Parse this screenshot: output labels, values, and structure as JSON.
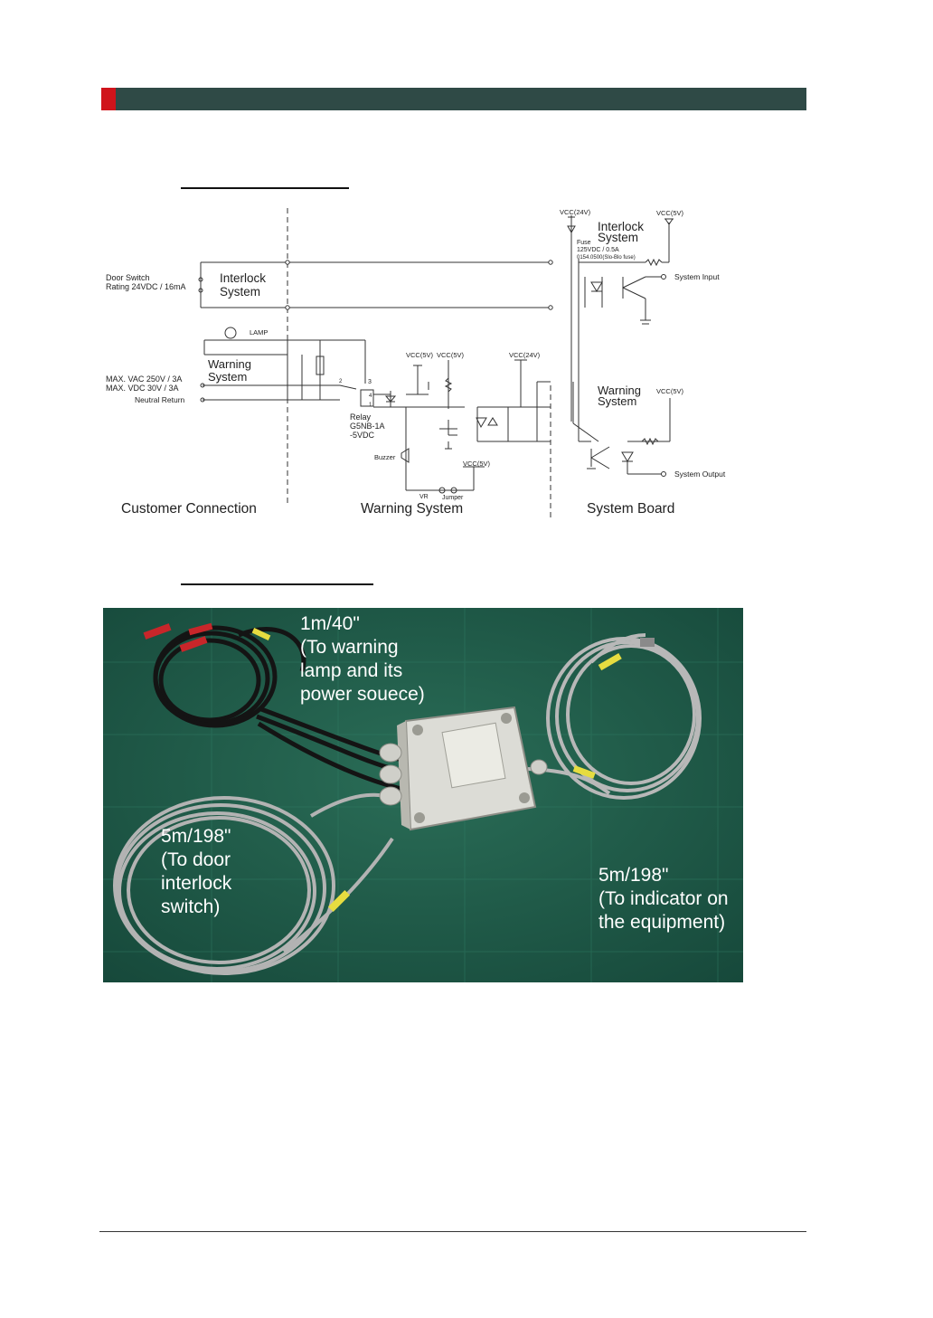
{
  "schematic": {
    "left": {
      "door_switch": "Door Switch",
      "door_rating": "Rating 24VDC / 16mA",
      "interlock_1": "Interlock",
      "interlock_2": "System",
      "lamp": "LAMP",
      "warning_1": "Warning",
      "warning_2": "System",
      "max_vac": "MAX. VAC 250V / 3A",
      "max_vdc": "MAX. VDC 30V / 3A",
      "neutral": "Neutral Return"
    },
    "middle": {
      "vcc5_a": "VCC(5V)",
      "vcc5_b": "VCC(5V)",
      "vcc24": "VCC(24V)",
      "relay_1": "Relay",
      "relay_2": "G5NB-1A",
      "relay_3": "-5VDC",
      "buzzer": "Buzzer",
      "vcc5_c": "VCC(5V)",
      "vr": "VR",
      "jumper": "Jumper",
      "pin_3": "3",
      "pin_2": "2",
      "pin_4": "4",
      "pin_1": "1"
    },
    "right": {
      "vcc24": "VCC(24V)",
      "vcc5_top": "VCC(5V)",
      "interlock_1": "Interlock",
      "interlock_2": "System",
      "fuse_1": "Fuse",
      "fuse_2": "125VDC / 0.5A",
      "fuse_3": "0154.0500(Slo-Blo fuse)",
      "system_input": "System Input",
      "warning_1": "Warning",
      "warning_2": "System",
      "vcc5_mid": "VCC(5V)",
      "system_output": "System Output"
    },
    "sections": {
      "customer": "Customer Connection",
      "warning": "Warning System",
      "board": "System Board"
    }
  },
  "photo": {
    "label_top_1": "1m/40\"",
    "label_top_2": "(To warning",
    "label_top_3": "lamp and its",
    "label_top_4": "power souece)",
    "label_left_1": "5m/198\"",
    "label_left_2": "(To door",
    "label_left_3": "interlock",
    "label_left_4": "switch)",
    "label_right_1": "5m/198\"",
    "label_right_2": "(To indicator on",
    "label_right_3": "the equipment)"
  },
  "colors": {
    "header_bar": "#2f4a46",
    "header_accent": "#d0141b",
    "mat_green": "#1f5a46"
  }
}
